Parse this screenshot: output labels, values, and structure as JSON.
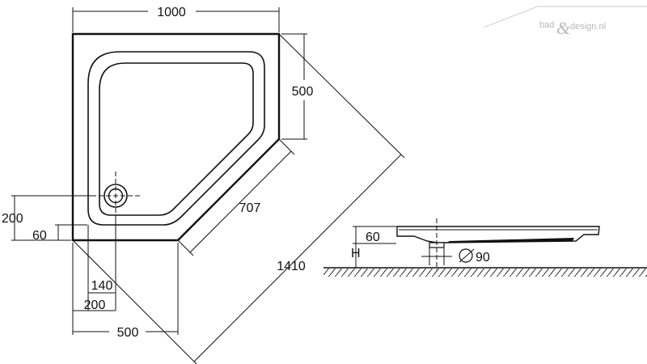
{
  "drawing": {
    "top_view": {
      "dim_width": "1000",
      "dim_side": "500",
      "dim_diagonal_edge": "707",
      "dim_overall_diagonal": "1410",
      "dim_drain_y": "200",
      "dim_rim_y": "60",
      "dim_drain_offset": "140",
      "dim_drain_x": "200",
      "dim_bottom_side": "500"
    },
    "side_view": {
      "dim_rim_height": "60",
      "label_height": "H",
      "dim_drain_diameter": "90",
      "diameter_symbol": "∅"
    }
  },
  "logo": {
    "left": "bad",
    "amp": "&",
    "right": "design.nl"
  },
  "colors": {
    "line": "#111111",
    "logo": "#b8b8b8",
    "background": "#ffffff"
  }
}
